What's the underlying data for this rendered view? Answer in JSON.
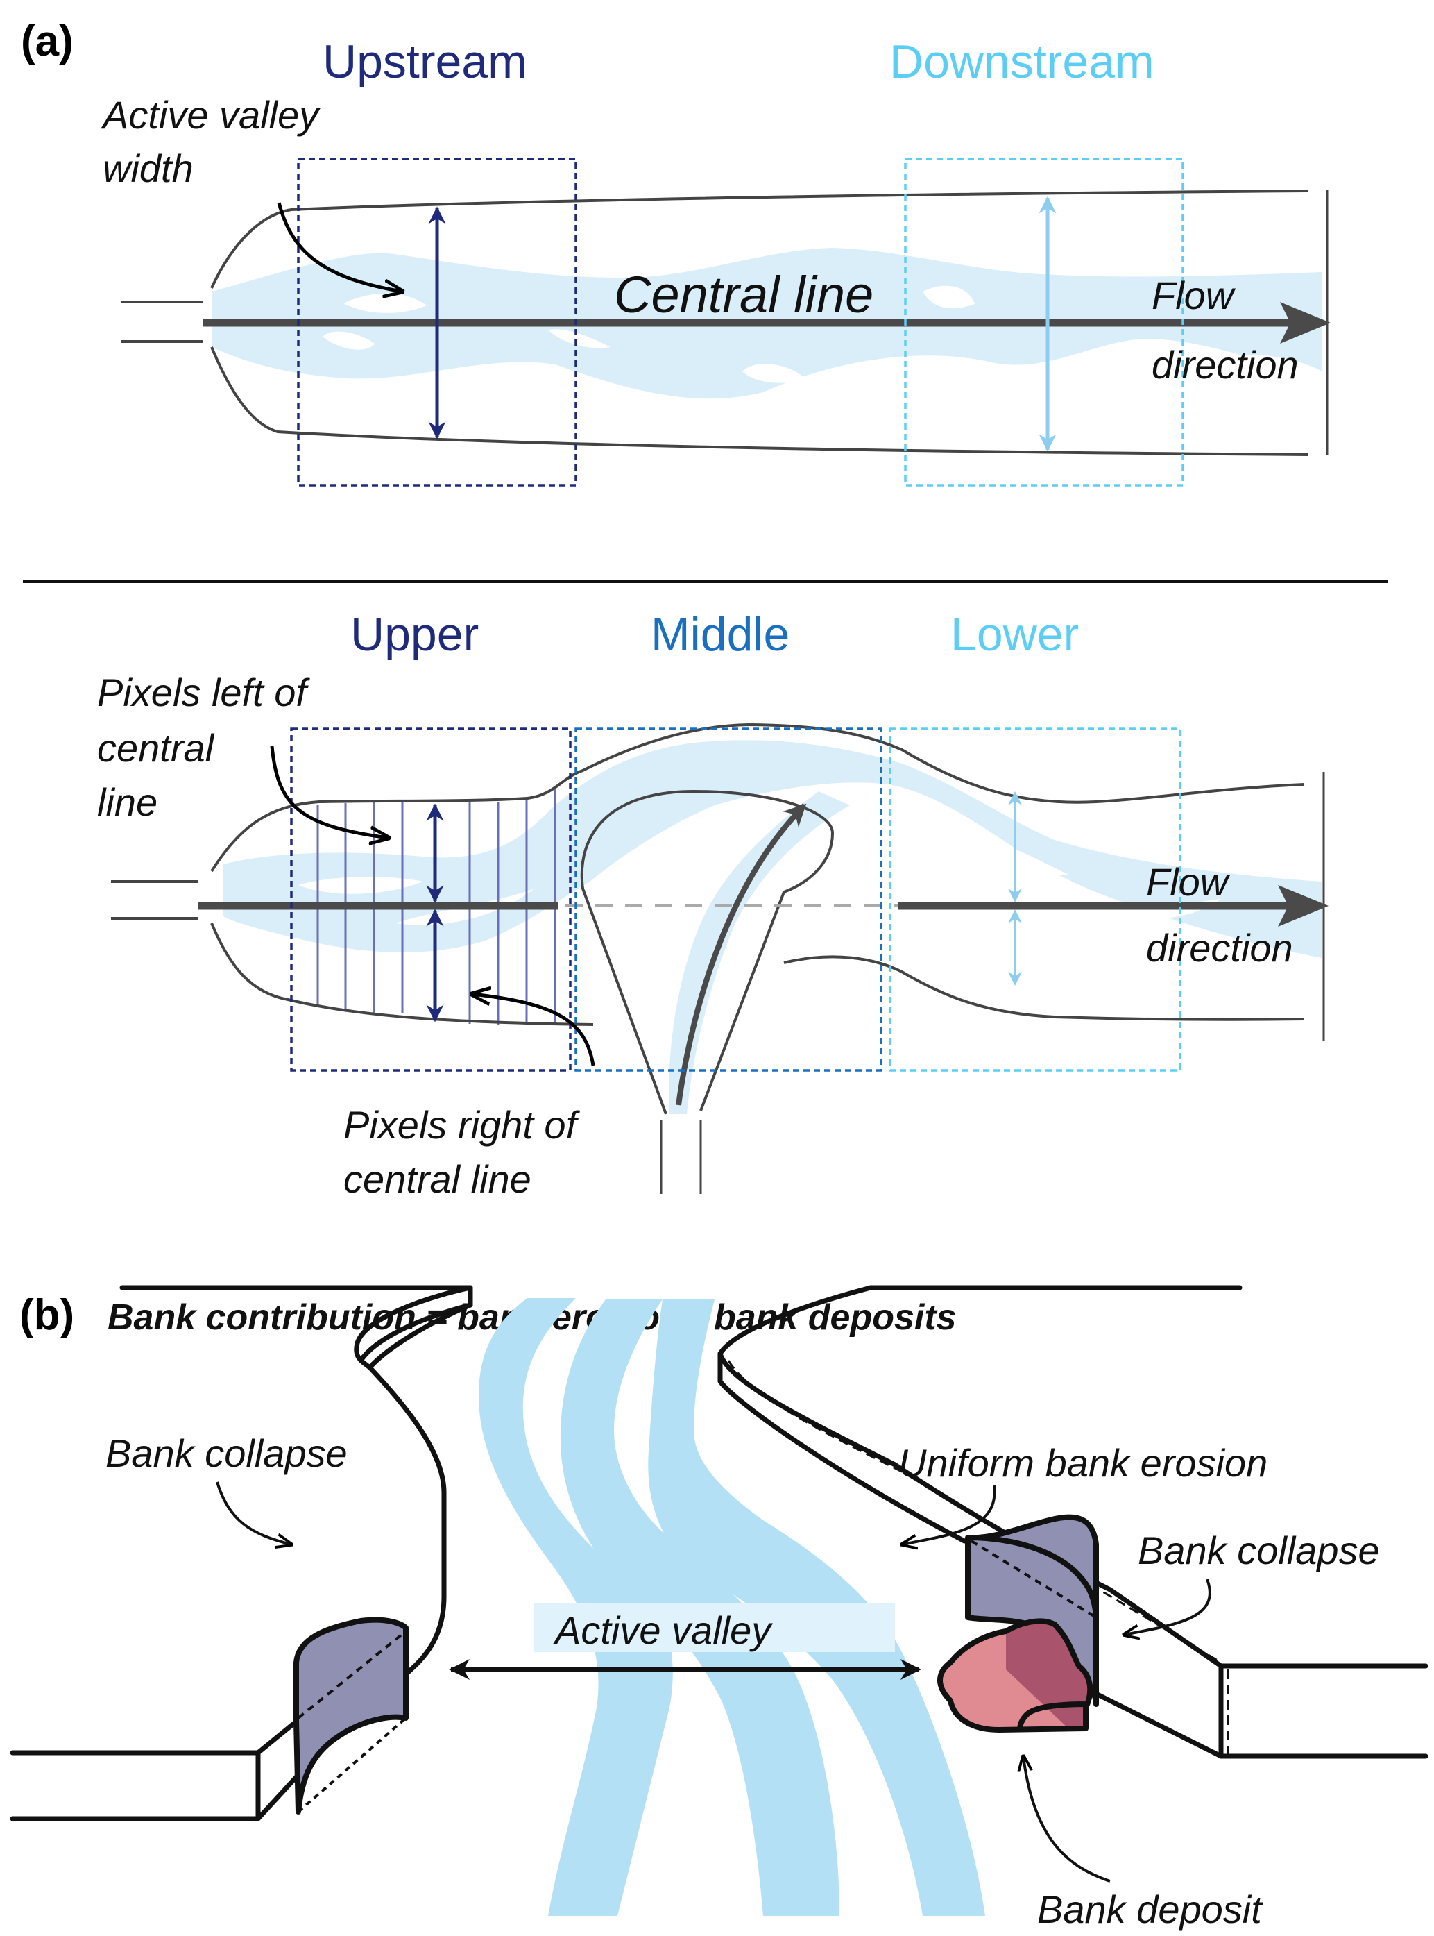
{
  "panel_a": {
    "label": "(a)",
    "top": {
      "zone_upstream": "Upstream",
      "zone_downstream": "Downstream",
      "annotation_width_line1": "Active valley",
      "annotation_width_line2": "width",
      "central_line": "Central line",
      "flow_line1": "Flow",
      "flow_line2": "direction"
    },
    "bottom": {
      "zone_upper": "Upper",
      "zone_middle": "Middle",
      "zone_lower": "Lower",
      "pixels_left_line1": "Pixels left of",
      "pixels_left_line2": "central",
      "pixels_left_line3": "line",
      "pixels_right_line1": "Pixels right of",
      "pixels_right_line2": "central line",
      "flow_line1": "Flow",
      "flow_line2": "direction"
    }
  },
  "panel_b": {
    "label": "(b)",
    "formula": "Bank contribution =  bank erosion - bank deposits",
    "bank_collapse_left": "Bank collapse",
    "active_valley": "Active valley",
    "uniform_bank_erosion": "Uniform bank erosion",
    "bank_collapse_right": "Bank collapse",
    "bank_deposit": "Bank deposit"
  },
  "colors": {
    "upstream_upper": "#1f2a7a",
    "middle": "#1a6fc0",
    "downstream_lower": "#5ccdf5",
    "water_light": "#daeef9",
    "water_panel_b": "#b3e0f5",
    "collapse_fill": "#9090b3",
    "deposit_light": "#e08a92",
    "deposit_dark": "#a9536c",
    "axis_arrow": "#4a4a4a"
  }
}
